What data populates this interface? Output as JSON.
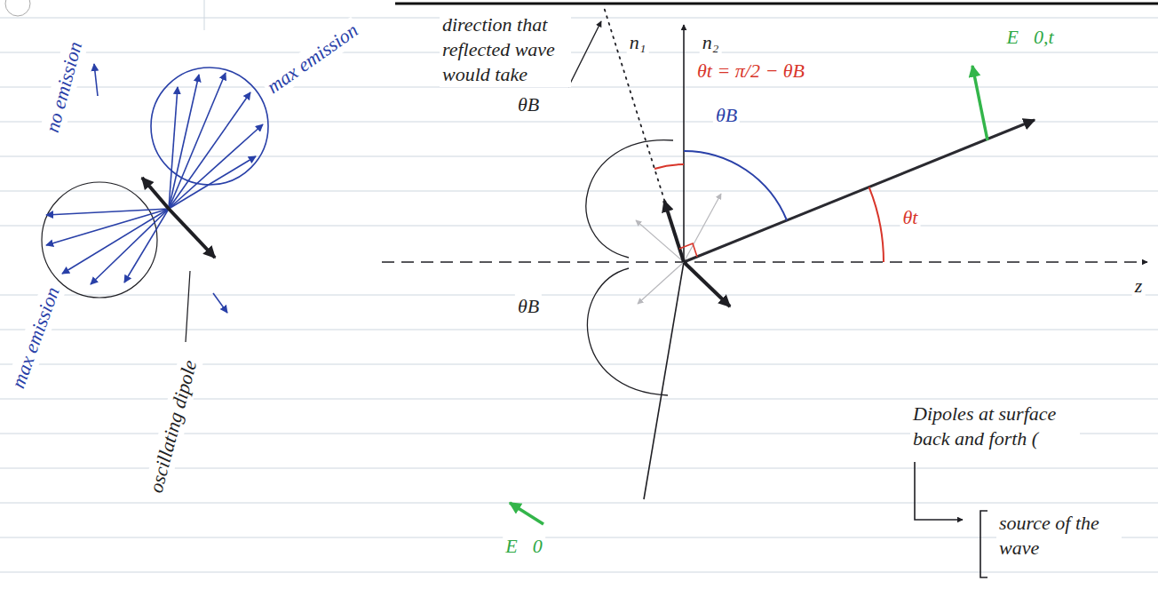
{
  "diagram": {
    "labels": [
      "direction that reflected wave would take",
      "n₁",
      "n₂",
      "θt = π/2 − θB",
      "E⃗0,t",
      "no emission",
      "max emission",
      "θB",
      "θB",
      "θt",
      "z",
      "θB",
      "max emission",
      "oscillating dipole",
      "E⃗0",
      "Dipoles at surface back and forth (",
      "source of the wave"
    ]
  }
}
